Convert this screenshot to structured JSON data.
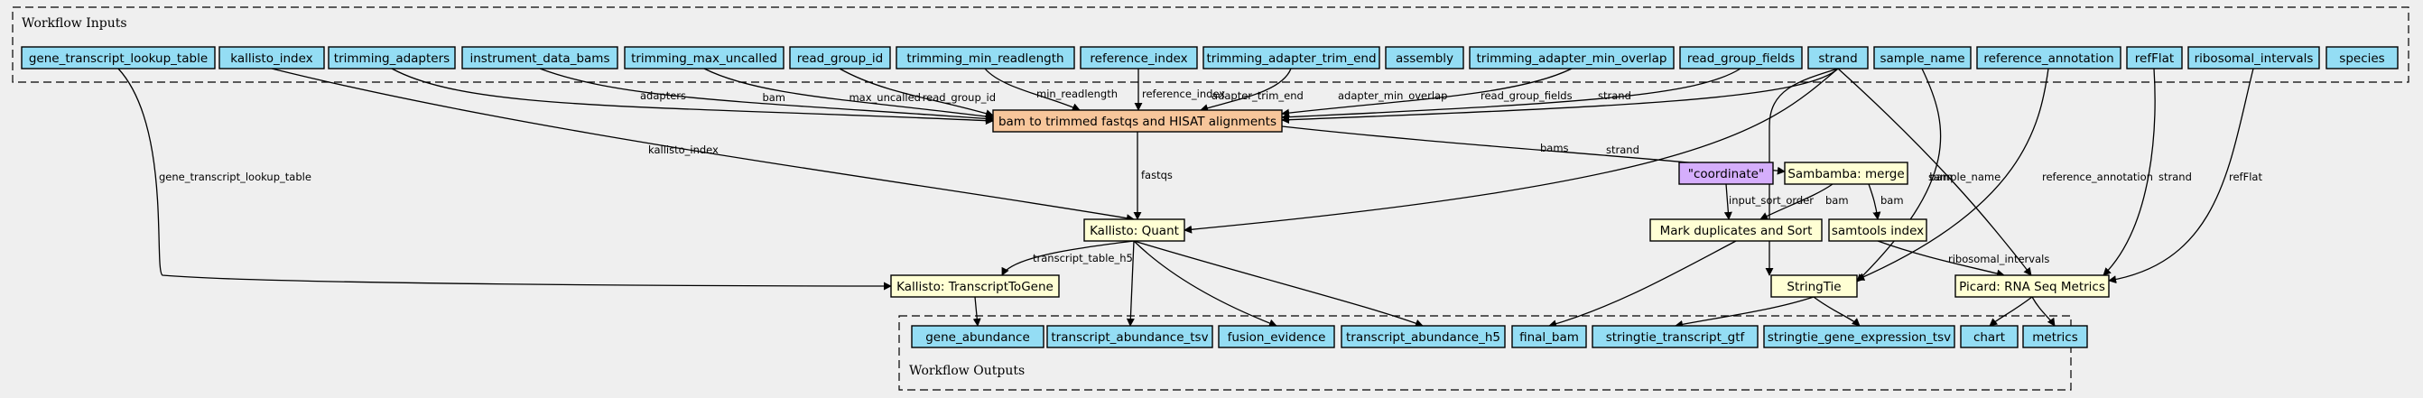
{
  "clusters": {
    "inputs": "Workflow Inputs",
    "outputs": "Workflow Outputs"
  },
  "nodes": {
    "in_gene_transcript_lookup_table": "gene_transcript_lookup_table",
    "in_kallisto_index": "kallisto_index",
    "in_trimming_adapters": "trimming_adapters",
    "in_instrument_data_bams": "instrument_data_bams",
    "in_trimming_max_uncalled": "trimming_max_uncalled",
    "in_read_group_id": "read_group_id",
    "in_trimming_min_readlength": "trimming_min_readlength",
    "in_reference_index": "reference_index",
    "in_trimming_adapter_trim_end": "trimming_adapter_trim_end",
    "in_assembly": "assembly",
    "in_trimming_adapter_min_overlap": "trimming_adapter_min_overlap",
    "in_read_group_fields": "read_group_fields",
    "in_strand": "strand",
    "in_sample_name": "sample_name",
    "in_reference_annotation": "reference_annotation",
    "in_refFlat": "refFlat",
    "in_ribosomal_intervals": "ribosomal_intervals",
    "in_species": "species",
    "step_bam_to_trimmed": "bam to trimmed fastqs and HISAT alignments",
    "step_sambamba_merge": "Sambamba: merge",
    "literal_coordinate": "\"coordinate\"",
    "step_kallisto_quant": "Kallisto: Quant",
    "step_mark_duplicates": "Mark duplicates and Sort",
    "step_samtools_index": "samtools index",
    "step_kallisto_t2g": "Kallisto: TranscriptToGene",
    "step_stringtie": "StringTie",
    "step_picard": "Picard: RNA Seq Metrics",
    "out_gene_abundance": "gene_abundance",
    "out_transcript_abundance_tsv": "transcript_abundance_tsv",
    "out_fusion_evidence": "fusion_evidence",
    "out_transcript_abundance_h5": "transcript_abundance_h5",
    "out_final_bam": "final_bam",
    "out_stringtie_transcript_gtf": "stringtie_transcript_gtf",
    "out_stringtie_gene_expression_tsv": "stringtie_gene_expression_tsv",
    "out_chart": "chart",
    "out_metrics": "metrics"
  },
  "edges": [
    {
      "from": "in_trimming_adapters",
      "to": "step_bam_to_trimmed",
      "label": "adapters"
    },
    {
      "from": "in_instrument_data_bams",
      "to": "step_bam_to_trimmed",
      "label": "bam"
    },
    {
      "from": "in_trimming_max_uncalled",
      "to": "step_bam_to_trimmed",
      "label": "max_uncalled"
    },
    {
      "from": "in_read_group_id",
      "to": "step_bam_to_trimmed",
      "label": "read_group_id"
    },
    {
      "from": "in_trimming_min_readlength",
      "to": "step_bam_to_trimmed",
      "label": "min_readlength"
    },
    {
      "from": "in_reference_index",
      "to": "step_bam_to_trimmed",
      "label": "reference_index"
    },
    {
      "from": "in_trimming_adapter_trim_end",
      "to": "step_bam_to_trimmed",
      "label": "adapter_trim_end"
    },
    {
      "from": "in_trimming_adapter_min_overlap",
      "to": "step_bam_to_trimmed",
      "label": "adapter_min_overlap"
    },
    {
      "from": "in_read_group_fields",
      "to": "step_bam_to_trimmed",
      "label": "read_group_fields"
    },
    {
      "from": "in_strand",
      "to": "step_bam_to_trimmed",
      "label": "strand"
    },
    {
      "from": "in_kallisto_index",
      "to": "step_kallisto_quant",
      "label": "kallisto_index"
    },
    {
      "from": "in_strand",
      "to": "step_kallisto_quant",
      "label": "strand"
    },
    {
      "from": "step_bam_to_trimmed",
      "to": "step_kallisto_quant",
      "label": "fastqs"
    },
    {
      "from": "step_bam_to_trimmed",
      "to": "step_sambamba_merge",
      "label": "bams"
    },
    {
      "from": "in_gene_transcript_lookup_table",
      "to": "step_kallisto_t2g",
      "label": "gene_transcript_lookup_table"
    },
    {
      "from": "step_kallisto_quant",
      "to": "step_kallisto_t2g",
      "label": "transcript_table_h5"
    },
    {
      "from": "literal_coordinate",
      "to": "step_mark_duplicates",
      "label": "input_sort_order"
    },
    {
      "from": "step_sambamba_merge",
      "to": "step_mark_duplicates",
      "label": "bam"
    },
    {
      "from": "step_sambamba_merge",
      "to": "step_samtools_index",
      "label": "bam"
    },
    {
      "from": "in_strand",
      "to": "step_stringtie",
      "label": "strand"
    },
    {
      "from": "in_sample_name",
      "to": "step_stringtie",
      "label": "sample_name"
    },
    {
      "from": "in_reference_annotation",
      "to": "step_stringtie",
      "label": "reference_annotation"
    },
    {
      "from": "step_mark_duplicates",
      "to": "step_stringtie",
      "label": "bam"
    },
    {
      "from": "in_strand",
      "to": "step_picard",
      "label": "strand"
    },
    {
      "from": "in_refFlat",
      "to": "step_picard",
      "label": "refFlat"
    },
    {
      "from": "in_ribosomal_intervals",
      "to": "step_picard",
      "label": "ribosomal_intervals"
    },
    {
      "from": "step_samtools_index",
      "to": "step_picard",
      "label": "bam"
    },
    {
      "from": "step_kallisto_t2g",
      "to": "out_gene_abundance",
      "label": ""
    },
    {
      "from": "step_kallisto_quant",
      "to": "out_transcript_abundance_tsv",
      "label": ""
    },
    {
      "from": "step_kallisto_quant",
      "to": "out_fusion_evidence",
      "label": ""
    },
    {
      "from": "step_kallisto_quant",
      "to": "out_transcript_abundance_h5",
      "label": ""
    },
    {
      "from": "step_mark_duplicates",
      "to": "out_final_bam",
      "label": ""
    },
    {
      "from": "step_stringtie",
      "to": "out_stringtie_transcript_gtf",
      "label": ""
    },
    {
      "from": "step_stringtie",
      "to": "out_stringtie_gene_expression_tsv",
      "label": ""
    },
    {
      "from": "step_picard",
      "to": "out_chart",
      "label": ""
    },
    {
      "from": "step_picard",
      "to": "out_metrics",
      "label": ""
    }
  ]
}
